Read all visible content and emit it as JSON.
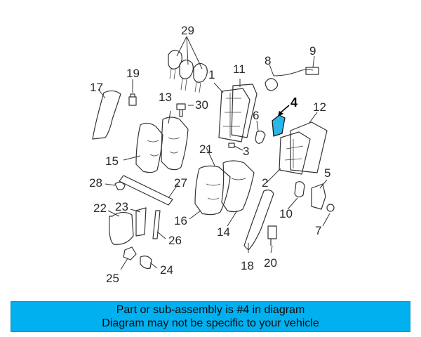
{
  "diagram": {
    "callouts": [
      {
        "id": "c29",
        "text": "29"
      },
      {
        "id": "c19",
        "text": "19"
      },
      {
        "id": "c17",
        "text": "17"
      },
      {
        "id": "c13",
        "text": "13"
      },
      {
        "id": "c30",
        "text": "30"
      },
      {
        "id": "c1",
        "text": "1"
      },
      {
        "id": "c11",
        "text": "11"
      },
      {
        "id": "c8",
        "text": "8"
      },
      {
        "id": "c9",
        "text": "9"
      },
      {
        "id": "c4",
        "text": "4"
      },
      {
        "id": "c12",
        "text": "12"
      },
      {
        "id": "c6",
        "text": "6"
      },
      {
        "id": "c3",
        "text": "3"
      },
      {
        "id": "c21",
        "text": "21"
      },
      {
        "id": "c15",
        "text": "15"
      },
      {
        "id": "c2",
        "text": "2"
      },
      {
        "id": "c5",
        "text": "5"
      },
      {
        "id": "c28",
        "text": "28"
      },
      {
        "id": "c27",
        "text": "27"
      },
      {
        "id": "c22",
        "text": "22"
      },
      {
        "id": "c23",
        "text": "23"
      },
      {
        "id": "c16",
        "text": "16"
      },
      {
        "id": "c10",
        "text": "10"
      },
      {
        "id": "c7",
        "text": "7"
      },
      {
        "id": "c14",
        "text": "14"
      },
      {
        "id": "c26",
        "text": "26"
      },
      {
        "id": "c20",
        "text": "20"
      },
      {
        "id": "c18",
        "text": "18"
      },
      {
        "id": "c25",
        "text": "25"
      },
      {
        "id": "c24",
        "text": "24"
      }
    ],
    "highlight_color": "#2bb6e8"
  },
  "banner": {
    "line1": "Part or sub-assembly is #4 in diagram",
    "line2": "Diagram may not be specific to your vehicle",
    "background": "#00b0ef"
  }
}
